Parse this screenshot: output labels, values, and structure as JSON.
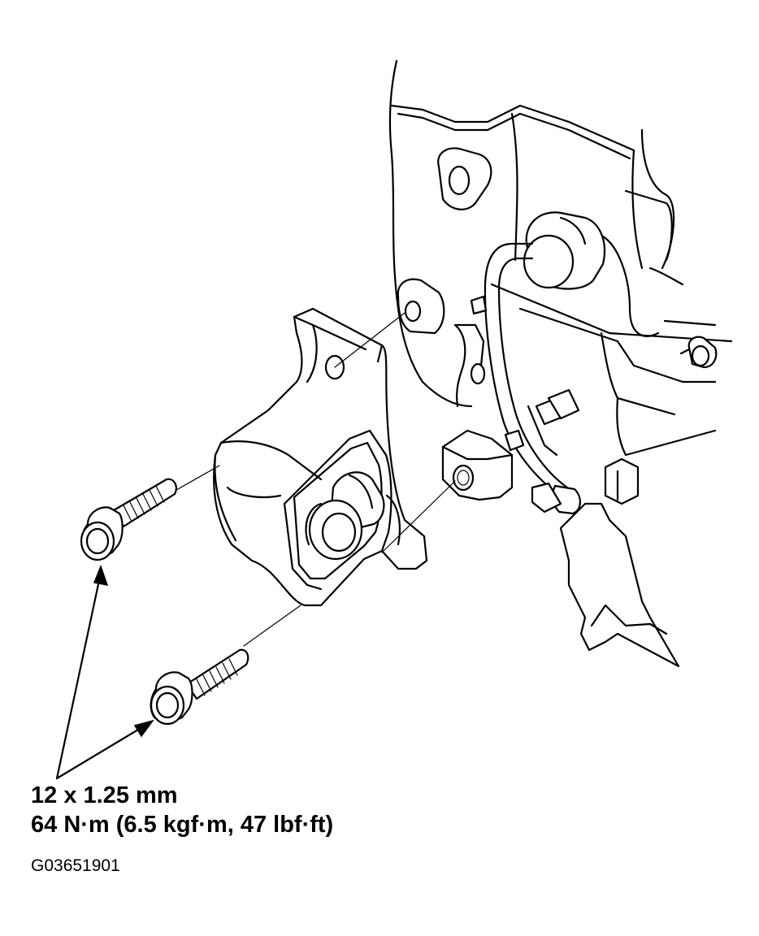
{
  "callout": {
    "line1": "12 x 1.25 mm",
    "line2": "64 N·m (6.5 kgf·m, 47 lbf·ft)"
  },
  "figure_id": "G03651901"
}
